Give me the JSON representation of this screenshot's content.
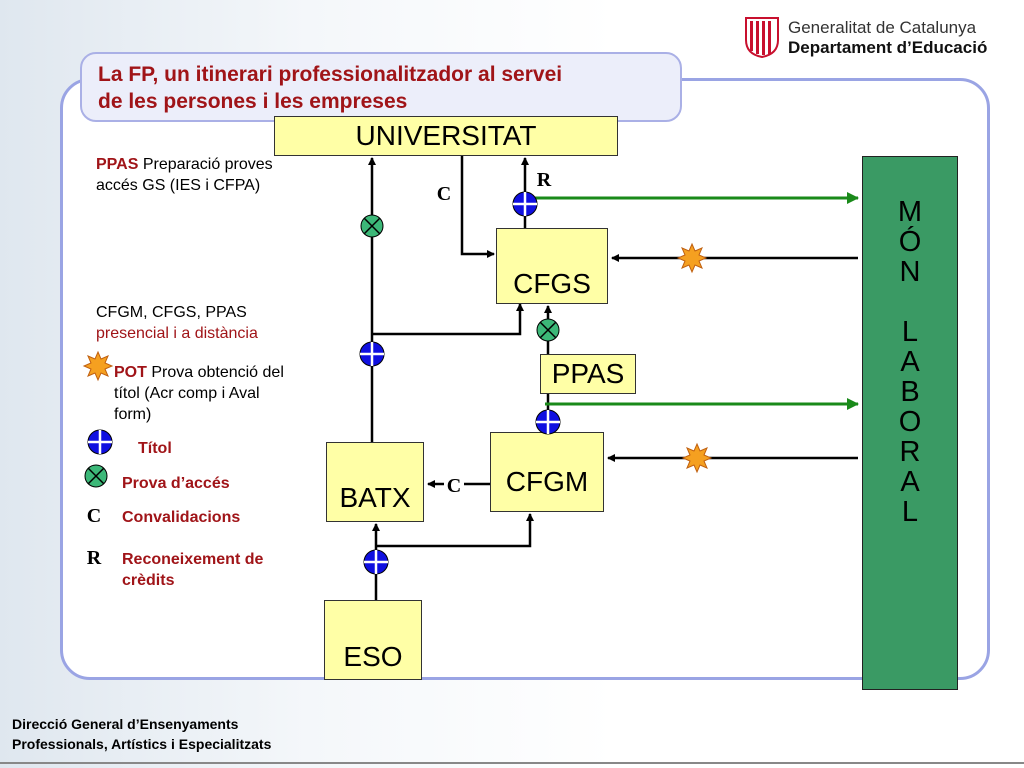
{
  "header": {
    "title_line1": "La FP, un itinerari professionalitzador al servei",
    "title_line2": "de les persones i les empreses",
    "logo_line1": "Generalitat de Catalunya",
    "logo_line2": "Departament d’Educació"
  },
  "boxes": {
    "universitat": "UNIVERSITAT",
    "cfgs": "CFGS",
    "ppas": "PPAS",
    "cfgm": "CFGM",
    "batx": "BATX",
    "eso": "ESO"
  },
  "mon_laboral": [
    "M",
    "Ó",
    "N",
    "",
    "L",
    "A",
    "B",
    "O",
    "R",
    "A",
    "L"
  ],
  "markers": {
    "c_top": "C",
    "r_top": "R",
    "c_mid": "C"
  },
  "notes": {
    "ppas_key": "PPAS",
    "ppas_line1": " Preparació proves",
    "ppas_line2": "accés GS (IES i CFPA)",
    "modes_line1": "CFGM, CFGS, PPAS",
    "modes_line2": "presencial i a distància",
    "pot_key": "POT",
    "pot_line1": " Prova obtenció del",
    "pot_line2": "títol (Acr comp i Aval",
    "pot_line3": "form)"
  },
  "legend": {
    "titol": "Títol",
    "prova_acces": "Prova d’accés",
    "c_symbol": "C",
    "convalidacions": "Convalidacions",
    "r_symbol": "R",
    "reconeixement_line1": "Reconeixement de",
    "reconeixement_line2": "crèdits"
  },
  "footer": {
    "line1": "Direcció General d’Ensenyaments",
    "line2": "Professionals, Artístics i Especialitzats"
  },
  "colors": {
    "title_red": "#a01418",
    "box_yellow": "#ffffa6",
    "mon_green": "#3a9a64",
    "arrow_green": "#1a8a1a",
    "titol_blue": "#1010e0",
    "prova_green": "#3cb878",
    "pot_orange": "#f5a020"
  }
}
